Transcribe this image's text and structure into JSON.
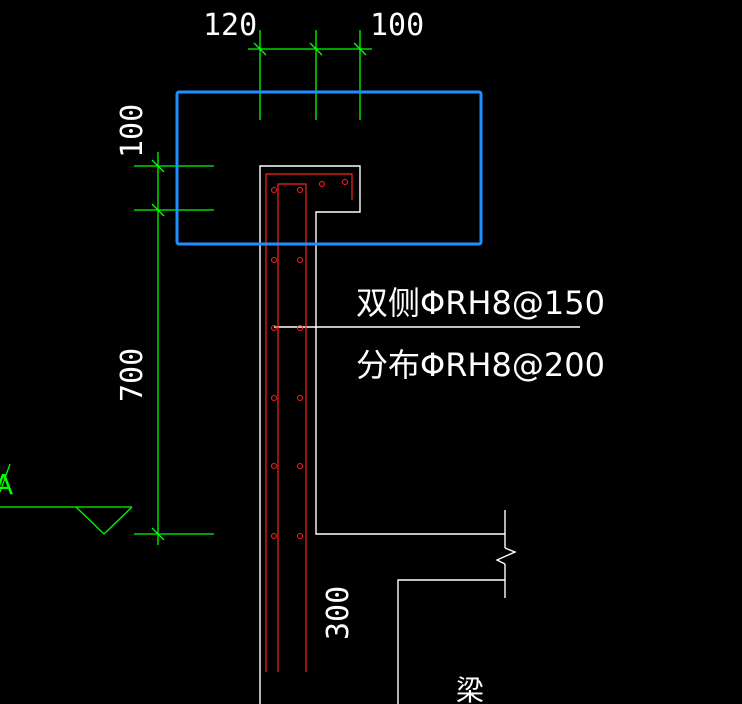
{
  "dimensions": {
    "top_left": "120",
    "top_right": "100",
    "left_upper": "100",
    "left_main": "700",
    "bottom_wall": "300"
  },
  "annotations": {
    "rebar_both_sides": "双侧ΦRH8@150",
    "rebar_distribution": "分布ΦRH8@200",
    "beam_label": "梁",
    "elevation_marker": "A"
  },
  "colors": {
    "background": "#000000",
    "outline": "#ffffff",
    "dimension": "#00ff00",
    "rebar": "#ff2020",
    "highlight": "#1e90ff"
  }
}
